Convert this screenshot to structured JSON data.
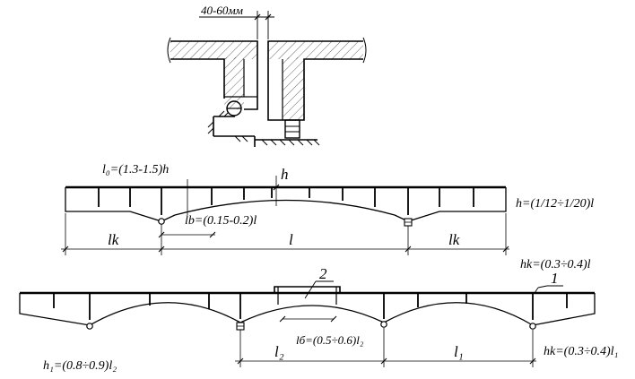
{
  "detail": {
    "gap_label": "40-60мм"
  },
  "beam1": {
    "l0_label": "l₀=(1.3-1.5)h",
    "h_label": "h",
    "h_formula": "h=(1/12÷1/20)l",
    "lb_label": "lb=(0.15-0.2)l",
    "lk_left": "lk",
    "l_span": "l",
    "lk_right": "lk",
    "hk_formula": "hk=(0.3÷0.4)l"
  },
  "beam2": {
    "callout_2": "2",
    "callout_1": "1",
    "lb_label": "lб=(0.5÷0.6)l₂",
    "l2_label": "l₂",
    "l1_label": "l₁",
    "hk_formula": "hk=(0.3÷0.4)l₁",
    "h1_formula": "h₁=(0.8÷0.9)l₂"
  },
  "colors": {
    "line": "#000000",
    "hatch": "#000000",
    "background": "#ffffff"
  }
}
